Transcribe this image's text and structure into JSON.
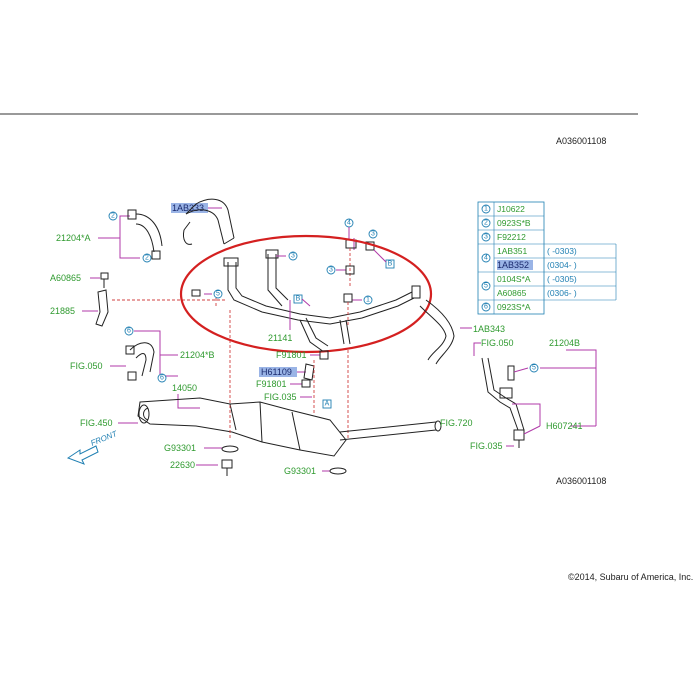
{
  "diagram": {
    "ref_top": "A036001108",
    "ref_bottom": "A036001108",
    "copyright": "©2014, Subaru of America, Inc.",
    "front_label": "FRONT",
    "labels": {
      "p1AB333": "1AB333",
      "p21204A": "21204*A",
      "pA60865": "A60865",
      "p21885": "21885",
      "p21204B_left": "21204*B",
      "fig050_left": "FIG.050",
      "p14050": "14050",
      "fig450": "FIG.450",
      "g93301_left": "G93301",
      "p22630": "22630",
      "p21141": "21141",
      "f91801_a": "F91801",
      "h61109": "H61109",
      "f91801_b": "F91801",
      "fig035_mid": "FIG.035",
      "g93301_right": "G93301",
      "fig720": "FIG.720",
      "p1AB343": "1AB343",
      "fig050_right": "FIG.050",
      "p21204B_right": "21204B",
      "h607241": "H607241",
      "fig035_right": "FIG.035"
    },
    "callouts": {
      "c1": "1",
      "c2": "2",
      "c3": "3",
      "c4": "4",
      "c5": "5",
      "c6": "6",
      "cA": "A",
      "cB": "B"
    },
    "table": [
      {
        "num": "1",
        "part": "J10622",
        "range": ""
      },
      {
        "num": "2",
        "part": "0923S*B",
        "range": ""
      },
      {
        "num": "3",
        "part": "F92212",
        "range": ""
      },
      {
        "num": "4",
        "part": "1AB351",
        "range": "(     -0303)"
      },
      {
        "num": "",
        "part": "1AB352",
        "range": "(0304-     )"
      },
      {
        "num": "5",
        "part": "0104S*A",
        "range": "(     -0305)"
      },
      {
        "num": "",
        "part": "A60865",
        "range": "(0306-     )"
      },
      {
        "num": "6",
        "part": "0923S*A",
        "range": ""
      }
    ],
    "colors": {
      "part_label": "#2f9a2f",
      "callout": "#1f7fb2",
      "leader": "#b03aa8",
      "highlight_box": "#9ab4e6",
      "highlight_ellipse": "#d42020"
    }
  }
}
